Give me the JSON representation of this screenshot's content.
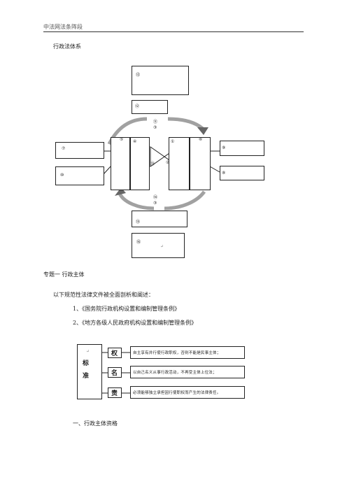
{
  "header": {
    "title": "中法网法条阵段"
  },
  "doc": {
    "heading": "行政法体系",
    "topic": "专题一   行政主体",
    "intro": "以下规范性法律文件被全面剖析和阐述：",
    "list": [
      "1、《国务院行政机构设置和编制管理条例》",
      "2、《地方各级人民政府机构设置和编制管理条例》"
    ],
    "section1": "一、行政主体资格"
  },
  "diagram1": {
    "markers": {
      "m13": "⑬",
      "m12": "⑫",
      "m11": "⑪",
      "m5": "⑤",
      "m4": "④",
      "m1": "①",
      "m6": "⑥",
      "m9": "⑨",
      "m10": "⑩",
      "m7": "⑦",
      "m8": "⑧",
      "m15": "⑮",
      "m2": "②",
      "m14": "⑭",
      "m16": "⑯",
      "m3": "③"
    },
    "ret": "↵"
  },
  "standard_diagram": {
    "label_top": "标",
    "label_bottom": "准",
    "ret": "↵",
    "rows": [
      {
        "key": "权",
        "text": "自主享有并行使行政职权，否则不能是民事主体；"
      },
      {
        "key": "名",
        "text": "以自己名义从事行政活动，不再受主体上位法；"
      },
      {
        "key": "责",
        "text": "必须能够独立承担因行使职权而产生的法律责任。"
      }
    ]
  }
}
